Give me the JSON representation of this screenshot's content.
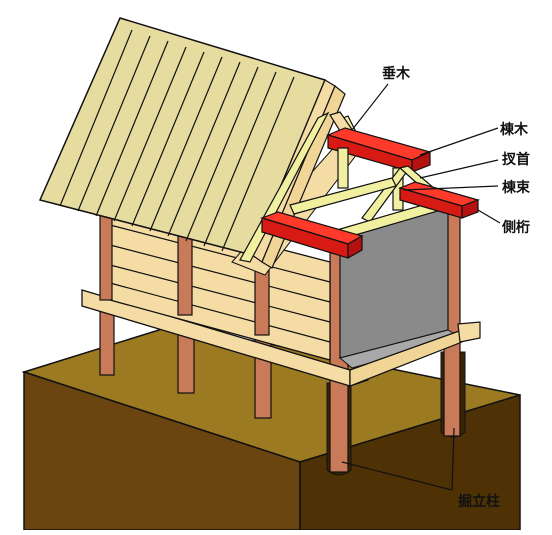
{
  "labels": {
    "rafter": "垂木",
    "ridge_beam": "棟木",
    "truss_strut": "扠首",
    "ridge_post": "棟束",
    "side_beam": "側桁",
    "earthfast_post": "掘立柱"
  },
  "colors": {
    "roof": "#e6dca0",
    "wood": "#f4dca4",
    "post": "#c97a58",
    "highlight": "#e8221d",
    "truss": "#f1f0a0",
    "ground_top": "#9c7a22",
    "ground_side": "#5a3a08",
    "interior": "#8a8a8a",
    "outline": "#111111"
  }
}
